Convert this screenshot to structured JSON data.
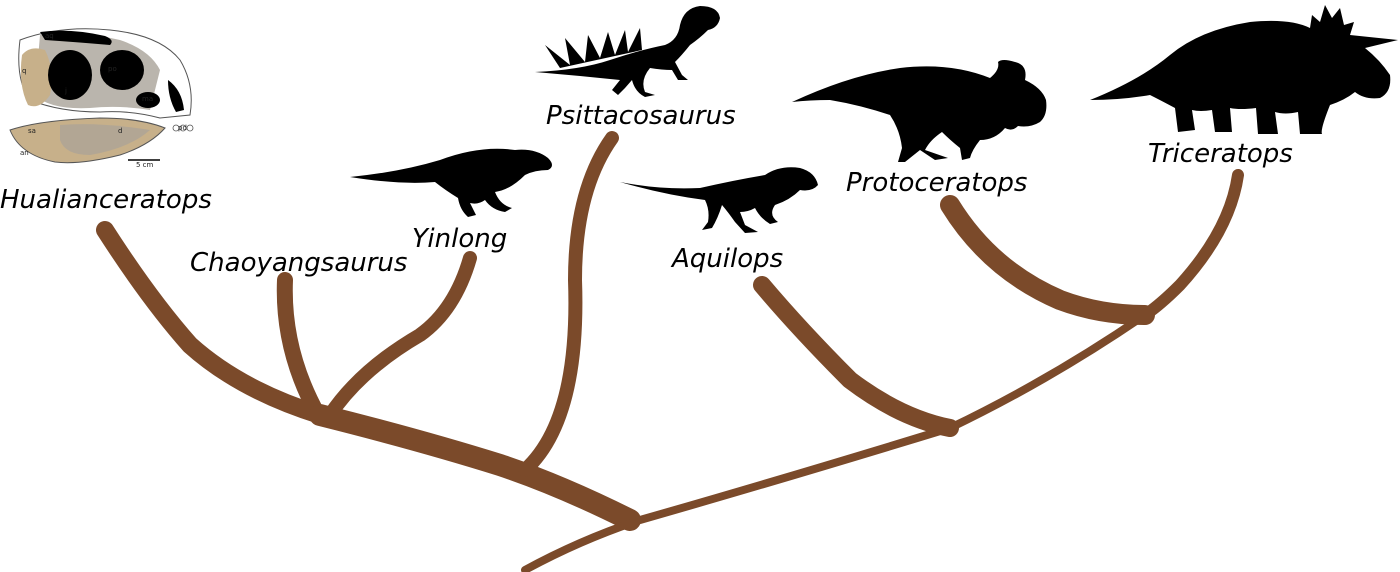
{
  "colors": {
    "branch": "#7b4a2a",
    "silhouette": "#000000",
    "text": "#000000",
    "background": "#ffffff",
    "fossil_bone": "#a9a398",
    "fossil_rock": "#c7b08a"
  },
  "taxa": [
    {
      "id": "hualianceratops",
      "name": "Hualianceratops",
      "depiction": "skull-fossil-photo"
    },
    {
      "id": "chaoyangsaurus",
      "name": "Chaoyangsaurus",
      "depiction": "none"
    },
    {
      "id": "yinlong",
      "name": "Yinlong",
      "depiction": "silhouette"
    },
    {
      "id": "psittacosaurus",
      "name": "Psittacosaurus",
      "depiction": "silhouette"
    },
    {
      "id": "aquilops",
      "name": "Aquilops",
      "depiction": "silhouette"
    },
    {
      "id": "protoceratops",
      "name": "Protoceratops",
      "depiction": "silhouette"
    },
    {
      "id": "triceratops",
      "name": "Triceratops",
      "depiction": "silhouette"
    }
  ],
  "skull_labels": {
    "aq": "aq",
    "q": "q",
    "po": "po",
    "j": "j",
    "ma": "ma",
    "sa": "sa",
    "d": "d",
    "pd": "pd",
    "an": "an",
    "scale": "5 cm"
  }
}
